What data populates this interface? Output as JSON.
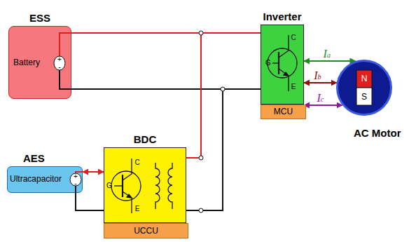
{
  "diagram": {
    "nodes": [
      {
        "text": [
          "ESS",
          "Battery"
        ]
      },
      {
        "text": [
          "Inverter"
        ]
      },
      {
        "text": [
          "MCU"
        ]
      },
      {
        "text": [
          "AC Motor"
        ]
      },
      {
        "text": [
          "AES",
          "Ultracapacitor"
        ]
      },
      {
        "text": [
          "BDC"
        ]
      },
      {
        "text": [
          "UCCU"
        ]
      }
    ],
    "edges": [
      {
        "from": 0,
        "to": 1,
        "arrow": "none"
      },
      {
        "from": 0,
        "to": 1,
        "arrow": "none"
      },
      {
        "from": 5,
        "to": 1,
        "arrow": "none"
      },
      {
        "from": 5,
        "to": 1,
        "arrow": "none"
      },
      {
        "from": 4,
        "to": 5,
        "arrow": "both"
      },
      {
        "from": 4,
        "to": 5,
        "arrow": "none"
      },
      {
        "from": 1,
        "to": 3,
        "label": "Ia",
        "arrow": "both"
      },
      {
        "from": 1,
        "to": 3,
        "label": "Ib",
        "arrow": "both"
      },
      {
        "from": 1,
        "to": 3,
        "label": "Ic",
        "arrow": "both"
      }
    ],
    "labels": [
      "+",
      "-",
      "C",
      "G",
      "E",
      "N",
      "S",
      "+",
      "-",
      "C",
      "G",
      "E"
    ]
  }
}
